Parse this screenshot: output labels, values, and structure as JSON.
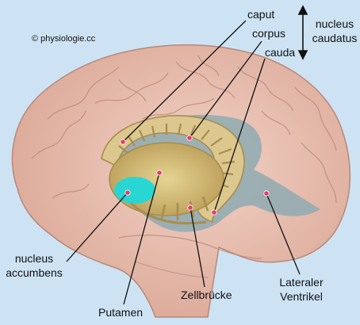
{
  "copyright": "© physiologie.cc",
  "labels": {
    "caput": "caput",
    "corpus": "corpus",
    "cauda": "cauda",
    "nucleus_caudatus_1": "nucleus",
    "nucleus_caudatus_2": "caudatus",
    "nucleus_accumbens_1": "nucleus",
    "nucleus_accumbens_2": "accumbens",
    "putamen": "Putamen",
    "zellbruecke": "Zellbrücke",
    "lateraler_1": "Lateraler",
    "lateraler_2": "Ventrikel"
  },
  "colors": {
    "background": "#cde3f4",
    "cortex": "#ecc1b3",
    "cortex_dark": "#b98878",
    "basal_ganglia": "#dcc78f",
    "basal_ganglia_dark": "#a88d4f",
    "ventricle": "#8eaab2",
    "accumbens": "#1fd8d8",
    "marker": "#e8396a"
  }
}
